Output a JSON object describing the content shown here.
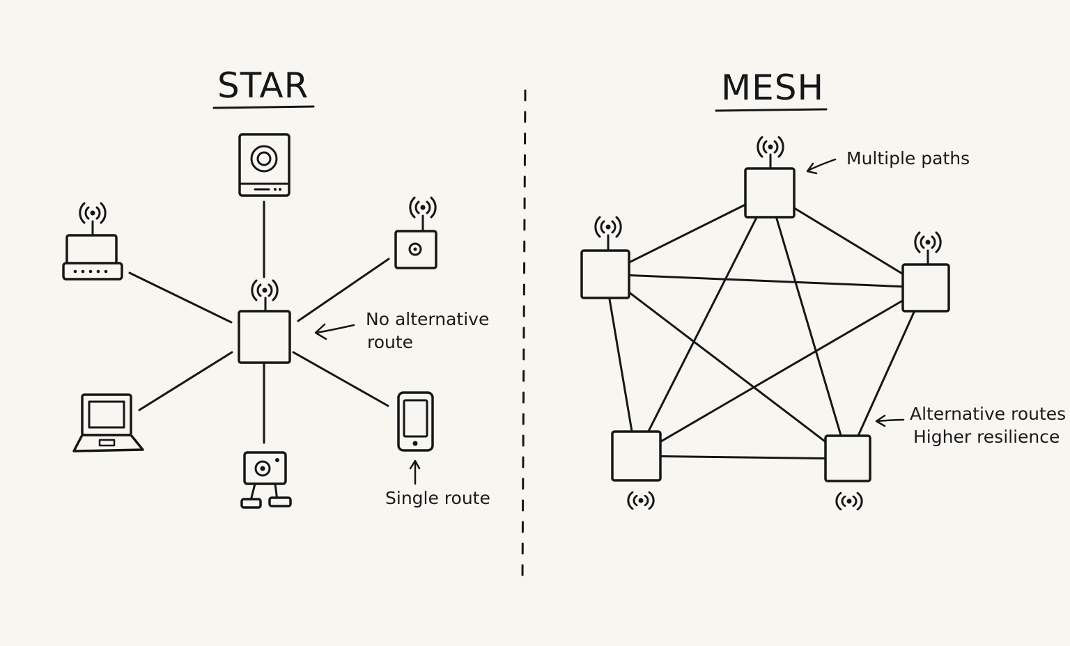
{
  "star": {
    "title": "STAR",
    "note_hub": [
      "No alternative",
      "route"
    ],
    "note_phone": "Single route",
    "devices": [
      "speaker",
      "router",
      "sensor",
      "laptop",
      "robot",
      "phone"
    ]
  },
  "mesh": {
    "title": "MESH",
    "note_top": "Multiple paths",
    "note_bottom": [
      "Alternative routes",
      "Higher resilience"
    ],
    "node_count": 5
  },
  "colors": {
    "ink": "#161616",
    "paper": "#f8f6f1"
  }
}
